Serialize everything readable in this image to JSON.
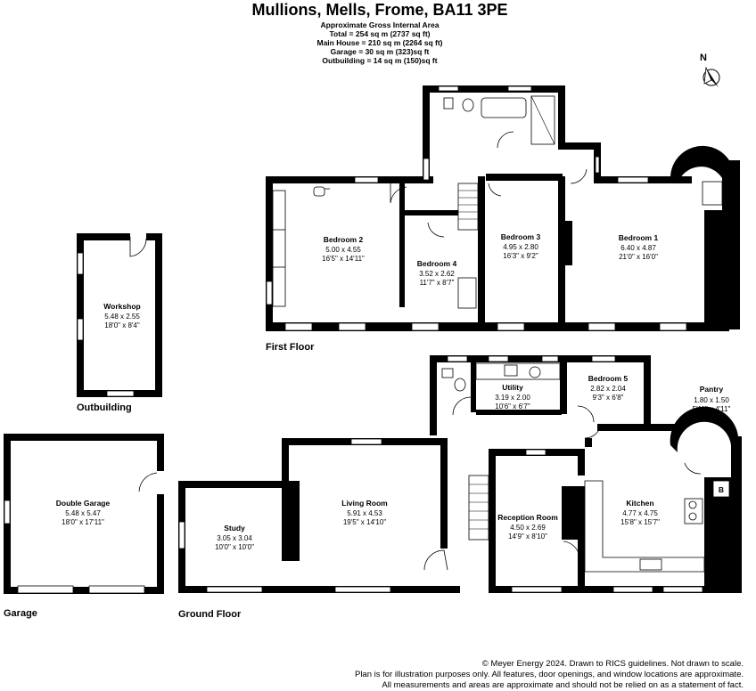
{
  "header": {
    "title": "Mullions, Mells, Frome, BA11 3PE",
    "lines": [
      "Approximate Gross Internal Area",
      "Total = 254 sq m (2737 sq ft)",
      "Main House = 210 sq m (2264 sq ft)",
      "Garage = 30 sq m (323)sq ft",
      "Outbuilding = 14 sq m (150)sq ft"
    ]
  },
  "compass": {
    "label": "N"
  },
  "floors": {
    "first": "First Floor",
    "ground": "Ground Floor",
    "outbuilding": "Outbuilding",
    "garage": "Garage"
  },
  "rooms": {
    "bedroom2": {
      "name": "Bedroom 2",
      "metric": "5.00 x 4.55",
      "imperial": "16'5\" x 14'11\""
    },
    "bedroom4": {
      "name": "Bedroom 4",
      "metric": "3.52 x 2.62",
      "imperial": "11'7\" x 8'7\""
    },
    "bedroom3": {
      "name": "Bedroom 3",
      "metric": "4.95 x 2.80",
      "imperial": "16'3\" x 9'2\""
    },
    "bedroom1": {
      "name": "Bedroom 1",
      "metric": "6.40 x 4.87",
      "imperial": "21'0\" x 16'0\""
    },
    "workshop": {
      "name": "Workshop",
      "metric": "5.48 x 2.55",
      "imperial": "18'0\" x 8'4\""
    },
    "utility": {
      "name": "Utility",
      "metric": "3.19 x 2.00",
      "imperial": "10'6\" x 6'7\""
    },
    "bedroom5": {
      "name": "Bedroom 5",
      "metric": "2.82 x 2.04",
      "imperial": "9'3\" x 6'8\""
    },
    "pantry": {
      "name": "Pantry",
      "metric": "1.80 x 1.50",
      "imperial": "5'11\" x 4'11\""
    },
    "garage": {
      "name": "Double Garage",
      "metric": "5.48 x 5.47",
      "imperial": "18'0\" x 17'11\""
    },
    "study": {
      "name": "Study",
      "metric": "3.05 x 3.04",
      "imperial": "10'0\" x 10'0\""
    },
    "living": {
      "name": "Living Room",
      "metric": "5.91 x 4.53",
      "imperial": "19'5\" x 14'10\""
    },
    "reception": {
      "name": "Reception Room",
      "metric": "4.50 x 2.69",
      "imperial": "14'9\" x 8'10\""
    },
    "kitchen": {
      "name": "Kitchen",
      "metric": "4.77 x 4.75",
      "imperial": "15'8\" x 15'7\""
    }
  },
  "boiler_label": "B",
  "footer": [
    "© Meyer Energy 2024. Drawn to RICS guidelines.  Not drawn to scale.",
    "Plan is for illustration purposes only. All features, door openings, and window locations are approximate.",
    "All measurements and areas are approximate and should not be relied on as a statement of fact."
  ]
}
